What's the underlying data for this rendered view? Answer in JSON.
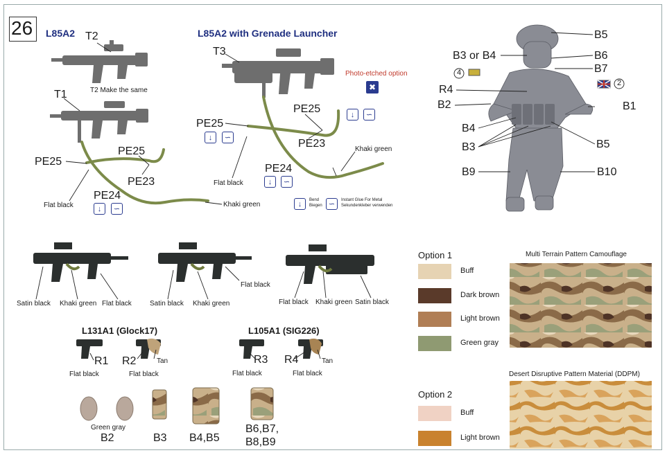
{
  "step_number": "26",
  "headings": {
    "l85a2": "L85A2",
    "l85a2_gl": "L85A2 with Grenade Launcher",
    "glock": "L131A1 (Glock17)",
    "sig": "L105A1 (SIG226)"
  },
  "notes": {
    "t2_same": "T2 Make the same",
    "photo_etched": "Photo-etched option",
    "bend": "Bend",
    "bend_de": "Biegen",
    "glue": "Instant Glue For Metal",
    "glue_de": "Sekundenkleber verwenden"
  },
  "part_codes": {
    "t1": "T1",
    "t2": "T2",
    "t3": "T3",
    "pe25_a": "PE25",
    "pe25_b": "PE25",
    "pe25_c": "PE25",
    "pe25_d": "PE25",
    "pe23_a": "PE23",
    "pe23_b": "PE23",
    "pe24_a": "PE24",
    "pe24_b": "PE24",
    "r1": "R1",
    "r2": "R2",
    "r3": "R3",
    "r4": "R4",
    "b2": "B2",
    "b3": "B3",
    "b4b5": "B4,B5",
    "b6b9_line1": "B6,B7,",
    "b6b9_line2": "B8,B9"
  },
  "paint_labels": {
    "flat_black": "Flat black",
    "khaki_green": "Khaki green",
    "satin_black": "Satin black",
    "tan": "Tan",
    "green_gray": "Green gray"
  },
  "figure_callouts": {
    "b5_top": "B5",
    "b3_or_b4": "B3 or B4",
    "b6": "B6",
    "b7": "B7",
    "r4": "R4",
    "b2": "B2",
    "b1": "B1",
    "b4": "B4",
    "b3": "B3",
    "b5_bottom": "B5",
    "b9": "B9",
    "b10": "B10",
    "marker_4": "4",
    "marker_2": "2"
  },
  "camouflage": {
    "option1": {
      "title": "Option 1",
      "pattern_name": "Multi Terrain Pattern Camouflage",
      "colors": [
        {
          "label": "Buff",
          "hex": "#e6d3b3"
        },
        {
          "label": "Dark brown",
          "hex": "#5a3a2a"
        },
        {
          "label": "Light brown",
          "hex": "#b07e55"
        },
        {
          "label": "Green gray",
          "hex": "#8f9a72"
        }
      ]
    },
    "option2": {
      "title": "Option 2",
      "pattern_name": "Desert Disruptive Pattern Material (DDPM)",
      "colors": [
        {
          "label": "Buff",
          "hex": "#f0d2c4"
        },
        {
          "label": "Light brown",
          "hex": "#c9822e"
        }
      ]
    }
  },
  "colors": {
    "heading_blue": "#1f2f80",
    "photo_etched_red": "#c0392b",
    "sling_green": "#7c8b4a",
    "gun_gray": "#6e6e6e",
    "gun_black": "#2b2f2e",
    "figure_gray": "#8a8c94"
  }
}
